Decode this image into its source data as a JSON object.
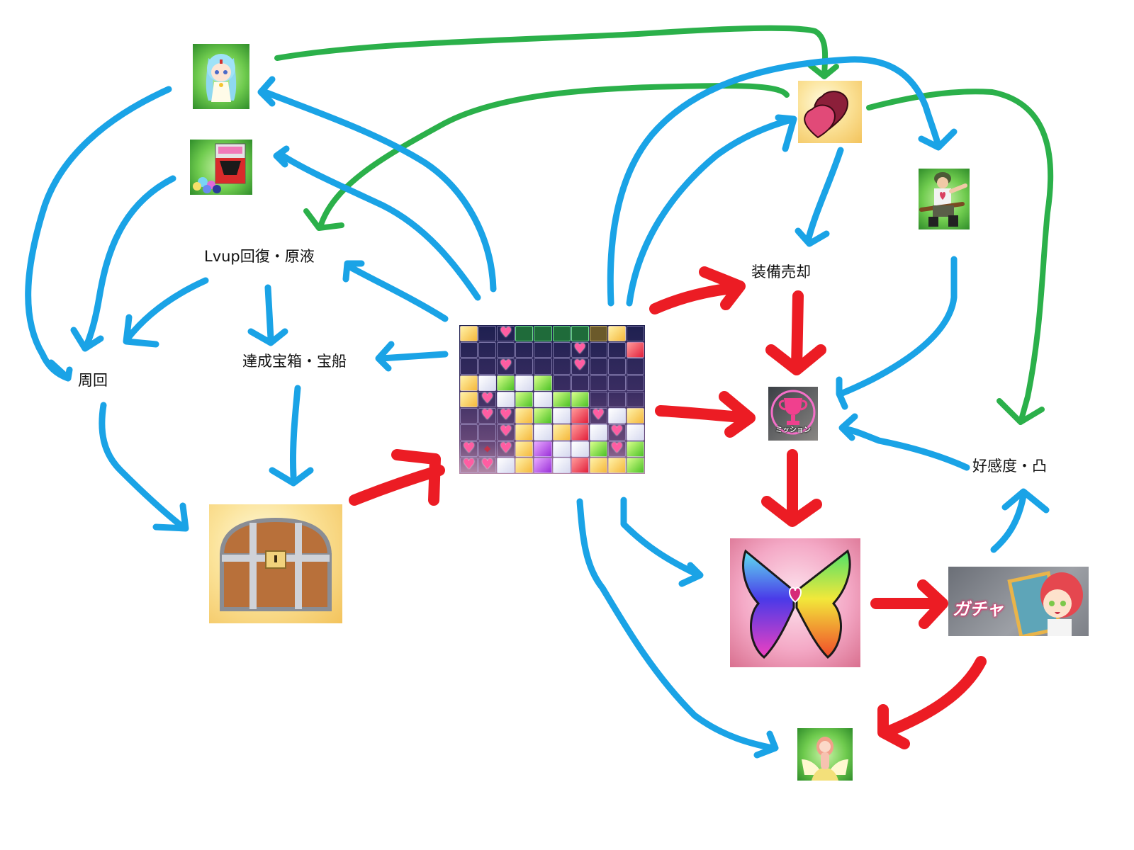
{
  "colors": {
    "flow_red": "#ec1c24",
    "flow_blue": "#1aa3e6",
    "flow_green": "#2bb04a",
    "label_text": "#111111",
    "background": "#ffffff"
  },
  "labels": {
    "lvup_recovery": "Lvup回復・原液",
    "achievement_chest": "達成宝箱・宝船",
    "farming": "周回",
    "equipment_sale": "装備売却",
    "affection_limit_break": "好感度・凸",
    "mission_badge": "ミッション",
    "gacha_banner": "ガチャ"
  },
  "nodes": [
    {
      "id": "chibi-girl",
      "kind": "image",
      "depicts": "blue-haired chibi girl keychain item"
    },
    {
      "id": "candy-tin",
      "kind": "image",
      "depicts": "drop candy tin with gems"
    },
    {
      "id": "lvup-recovery",
      "kind": "text",
      "label_key": "lvup_recovery"
    },
    {
      "id": "farming",
      "kind": "text",
      "label_key": "farming"
    },
    {
      "id": "achievement-chest",
      "kind": "text",
      "label_key": "achievement_chest"
    },
    {
      "id": "treasure-chest",
      "kind": "image",
      "depicts": "wooden treasure chest"
    },
    {
      "id": "puzzle-board",
      "kind": "image",
      "depicts": "puzzle board screenshot"
    },
    {
      "id": "heart-coins",
      "kind": "image",
      "depicts": "pink heart-shaped coins"
    },
    {
      "id": "soldier",
      "kind": "image",
      "depicts": "kneeling soldier with rifle"
    },
    {
      "id": "equipment-sale",
      "kind": "text",
      "label_key": "equipment_sale"
    },
    {
      "id": "mission",
      "kind": "image",
      "depicts": "mission trophy icon"
    },
    {
      "id": "affection",
      "kind": "text",
      "label_key": "affection_limit_break"
    },
    {
      "id": "rainbow-butterfly",
      "kind": "image",
      "depicts": "rainbow crystal butterfly"
    },
    {
      "id": "gacha",
      "kind": "image",
      "depicts": "gacha banner with red-haired girl"
    },
    {
      "id": "flower-fairy",
      "kind": "image",
      "depicts": "fairy girl in flower"
    }
  ],
  "edges": [
    {
      "from": "treasure-chest",
      "to": "puzzle-board",
      "color": "red"
    },
    {
      "from": "puzzle-board",
      "to": "equipment-sale",
      "color": "red"
    },
    {
      "from": "puzzle-board",
      "to": "mission",
      "color": "red"
    },
    {
      "from": "equipment-sale",
      "to": "mission",
      "color": "red"
    },
    {
      "from": "mission",
      "to": "rainbow-butterfly",
      "color": "red"
    },
    {
      "from": "rainbow-butterfly",
      "to": "gacha",
      "color": "red"
    },
    {
      "from": "gacha",
      "to": "flower-fairy",
      "color": "red"
    },
    {
      "from": "chibi-girl",
      "to": "heart-coins",
      "color": "green"
    },
    {
      "from": "heart-coins",
      "to": "lvup-recovery",
      "color": "green"
    },
    {
      "from": "heart-coins",
      "to": "affection",
      "color": "green"
    },
    {
      "from": "chibi-girl",
      "to": "farming",
      "color": "blue"
    },
    {
      "from": "candy-tin",
      "to": "farming",
      "color": "blue"
    },
    {
      "from": "lvup-recovery",
      "to": "farming",
      "color": "blue"
    },
    {
      "from": "lvup-recovery",
      "to": "achievement-chest",
      "color": "blue"
    },
    {
      "from": "farming",
      "to": "treasure-chest",
      "color": "blue"
    },
    {
      "from": "achievement-chest",
      "to": "treasure-chest",
      "color": "blue"
    },
    {
      "from": "puzzle-board",
      "to": "chibi-girl",
      "color": "blue"
    },
    {
      "from": "puzzle-board",
      "to": "candy-tin",
      "color": "blue"
    },
    {
      "from": "puzzle-board",
      "to": "lvup-recovery",
      "color": "blue"
    },
    {
      "from": "puzzle-board",
      "to": "achievement-chest",
      "color": "blue"
    },
    {
      "from": "puzzle-board",
      "to": "heart-coins",
      "color": "blue"
    },
    {
      "from": "puzzle-board",
      "to": "soldier",
      "color": "blue"
    },
    {
      "from": "heart-coins",
      "to": "equipment-sale",
      "color": "blue"
    },
    {
      "from": "soldier",
      "to": "mission",
      "color": "blue"
    },
    {
      "from": "affection",
      "to": "mission",
      "color": "blue"
    },
    {
      "from": "gacha",
      "to": "affection",
      "color": "blue"
    },
    {
      "from": "puzzle-board",
      "to": "rainbow-butterfly",
      "color": "blue"
    },
    {
      "from": "puzzle-board",
      "to": "flower-fairy",
      "color": "blue"
    }
  ],
  "board": {
    "columns": 10,
    "rows": [
      [
        "yellow",
        "empty",
        "heart",
        "slot",
        "slot",
        "slot",
        "slot",
        "slot-b",
        "yellow",
        "empty"
      ],
      [
        "empty",
        "empty",
        "empty",
        "empty",
        "empty",
        "empty",
        "heart",
        "empty",
        "empty",
        "red"
      ],
      [
        "empty",
        "empty",
        "heart",
        "empty",
        "empty",
        "empty",
        "heart",
        "empty",
        "empty",
        "empty"
      ],
      [
        "yellow",
        "white",
        "green",
        "white",
        "green",
        "empty",
        "empty",
        "empty",
        "empty",
        "empty"
      ],
      [
        "yellow",
        "heart",
        "white",
        "green",
        "white",
        "green",
        "green",
        "empty",
        "empty",
        "empty"
      ],
      [
        "empty",
        "heart",
        "heart",
        "yellow",
        "green",
        "white",
        "red",
        "heart",
        "white",
        "yellow"
      ],
      [
        "empty",
        "empty",
        "heart",
        "yellow",
        "white",
        "yellow",
        "red",
        "white",
        "heart",
        "white"
      ],
      [
        "heart",
        "gem",
        "heart",
        "yellow",
        "purple",
        "white",
        "white",
        "green",
        "heart",
        "green"
      ],
      [
        "heart",
        "heart",
        "white",
        "yellow",
        "purple",
        "white",
        "red",
        "yellow",
        "yellow",
        "green"
      ]
    ]
  }
}
